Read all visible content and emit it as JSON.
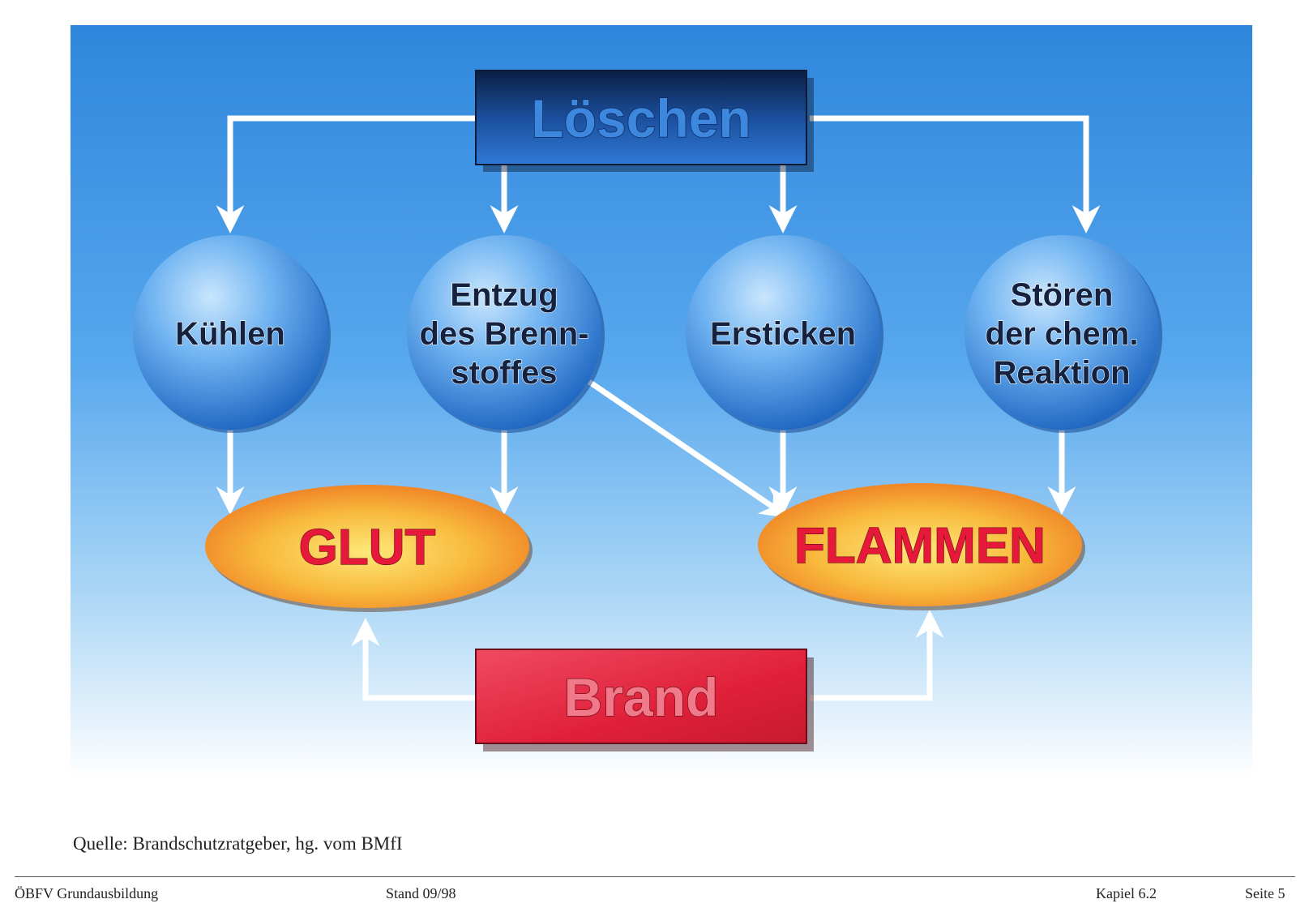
{
  "diagram": {
    "top_box": "Löschen",
    "bottom_box": "Brand",
    "methods": [
      {
        "lines": [
          "Kühlen"
        ]
      },
      {
        "lines": [
          "Entzug",
          "des Brenn-",
          "stoffes"
        ]
      },
      {
        "lines": [
          "Ersticken"
        ]
      },
      {
        "lines": [
          "Stören",
          "der chem.",
          "Reaktion"
        ]
      }
    ],
    "outcomes": [
      {
        "label": "GLUT"
      },
      {
        "label": "FLAMMEN"
      }
    ],
    "colors": {
      "background_top": "#2f86dc",
      "background_bottom": "#ffffff",
      "loeschen_box": "#1e5fba",
      "brand_box": "#e2233a",
      "sphere": "#3f8be3",
      "ellipse": "#f19422",
      "arrow": "#ffffff"
    }
  },
  "source": "Quelle: Brandschutzratgeber, hg. vom BMfI",
  "footer": {
    "left": "ÖBFV Grundausbildung",
    "center": "Stand 09/98",
    "chapter": "Kapiel 6.2",
    "page": "Seite 5"
  }
}
